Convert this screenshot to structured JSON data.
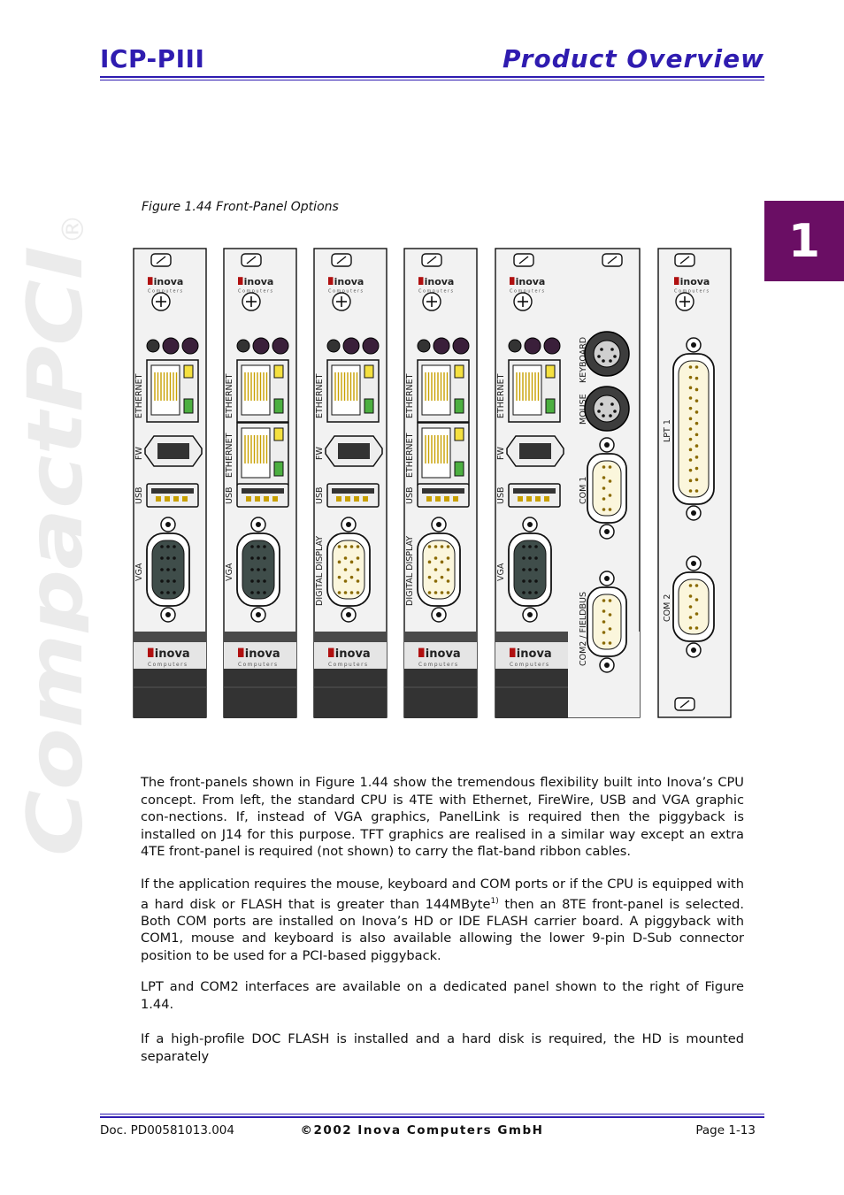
{
  "header": {
    "product": "ICP-PIII",
    "section": "Product Overview"
  },
  "side_brand": "CompactPCI",
  "side_brand_mark": "®",
  "chapter_number": "1",
  "figure": {
    "caption": "Figure 1.44 Front-Panel Options",
    "logo_text": "inova",
    "logo_sub": "Computers",
    "labels": {
      "ethernet": "ETHERNET",
      "fw": "FW",
      "usb": "USB",
      "vga": "VGA",
      "digital_display": "DIGITAL DISPLAY",
      "mouse": "MOUSE",
      "keyboard": "KEYBOARD",
      "com1": "COM 1",
      "com2_fieldbus": "COM2 / FIELDBUS",
      "lpt1": "LPT 1",
      "com2": "COM 2"
    }
  },
  "body": {
    "p1": "The front-panels shown in Figure 1.44 show the tremendous flexibility built into Inova’s CPU concept. From left, the standard CPU is 4TE with Ethernet, FireWire, USB and VGA graphic con-nections. If, instead of VGA graphics, PanelLink is required then the piggyback is installed on J14 for this purpose. TFT graphics are realised in a similar way except an extra 4TE front-panel is required (not shown) to carry the flat-band ribbon cables.",
    "p2a": "If the application requires the mouse, keyboard and COM ports or if the CPU is equipped with a hard disk or FLASH that is greater than 144MByte",
    "p2sup": "1)",
    "p2b": " then an 8TE front-panel is selected. Both COM ports are installed on Inova’s HD or IDE FLASH carrier board. A piggyback with COM1, mouse and keyboard is also available allowing the lower 9-pin D-Sub connector position to be used for a PCI-based piggyback.",
    "p3": "LPT and COM2 interfaces are available on a dedicated panel shown to the right of Figure 1.44.",
    "p4": "If a high-profile DOC FLASH is installed and a hard disk is required, the HD is mounted separately"
  },
  "footer": {
    "doc": "Doc. PD00581013.004",
    "copyright": "©2002 Inova Computers GmbH",
    "page": "Page 1-13"
  }
}
